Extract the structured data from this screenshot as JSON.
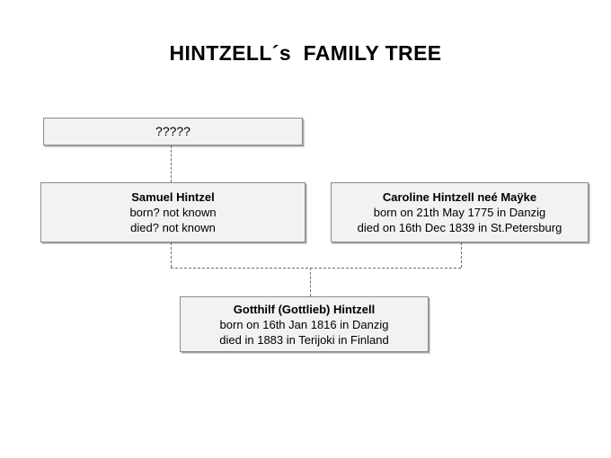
{
  "page": {
    "title": "HINTZELL´s  FAMILY TREE",
    "background_color": "#ffffff"
  },
  "style": {
    "node_fill": "#f2f2f2",
    "node_border": "#8c8c8c",
    "connector_color": "#6e6e6e",
    "text_color": "#000000"
  },
  "tree": {
    "nodes": [
      {
        "id": "unknown",
        "name": "?????",
        "lines": []
      },
      {
        "id": "father",
        "name": "Samuel Hintzel",
        "lines": [
          "born? not known",
          "died? not known"
        ]
      },
      {
        "id": "mother",
        "name": "Caroline Hintzell neé Maÿke",
        "lines": [
          "born on 21th May 1775 in Danzig",
          "died on 16th Dec 1839 in St.Petersburg"
        ]
      },
      {
        "id": "child",
        "name": "Gotthilf (Gottlieb) Hintzell",
        "lines": [
          "born on 16th Jan 1816 in Danzig",
          "died in 1883 in Terijoki in Finland"
        ]
      }
    ]
  }
}
